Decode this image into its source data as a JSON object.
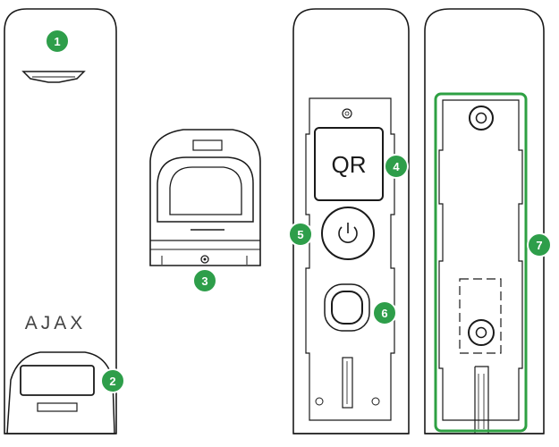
{
  "brand": {
    "logo_text": "AJAX"
  },
  "qr_label": "QR",
  "colors": {
    "callout": "#2e9e4a",
    "callout_text": "#ffffff",
    "outline": "#1a1a1a",
    "mount_frame": "#2ea043",
    "body": "#ffffff"
  },
  "callouts": [
    {
      "number": "1",
      "part": "front detector lens"
    },
    {
      "number": "2",
      "part": "bottom detector lens"
    },
    {
      "number": "3",
      "part": "lens module screw"
    },
    {
      "number": "4",
      "part": "QR code"
    },
    {
      "number": "5",
      "part": "power button"
    },
    {
      "number": "6",
      "part": "tamper button"
    },
    {
      "number": "7",
      "part": "mounting panel"
    }
  ]
}
